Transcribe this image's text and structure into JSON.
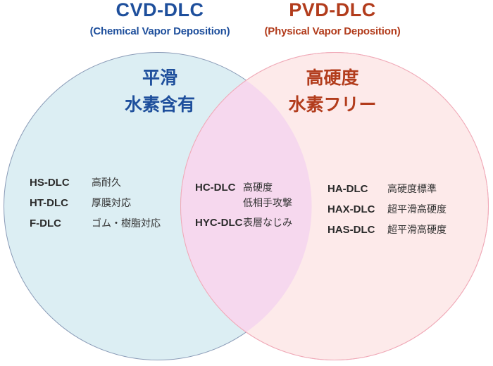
{
  "header": {
    "cvd": {
      "title": "CVD-DLC",
      "subtitle": "(Chemical Vapor Deposition)"
    },
    "pvd": {
      "title": "PVD-DLC",
      "subtitle": "(Physical Vapor Deposition)"
    }
  },
  "venn": {
    "left_circle": {
      "heading_line1": "平滑",
      "heading_line2": "水素含有",
      "items": [
        {
          "label": "HS-DLC",
          "desc": "高耐久"
        },
        {
          "label": "HT-DLC",
          "desc": "厚膜対応"
        },
        {
          "label": "F-DLC",
          "desc": "ゴム・樹脂対応"
        }
      ]
    },
    "overlap": {
      "items": [
        {
          "label": "HC-DLC",
          "desc": "高硬度",
          "desc2": "低相手攻撃"
        },
        {
          "label": "HYC-DLC",
          "desc": "表層なじみ"
        }
      ]
    },
    "right_circle": {
      "heading_line1": "高硬度",
      "heading_line2": "水素フリー",
      "items": [
        {
          "label": "HA-DLC",
          "desc": "高硬度標準"
        },
        {
          "label": "HAX-DLC",
          "desc": "超平滑高硬度"
        },
        {
          "label": "HAS-DLC",
          "desc": "超平滑高硬度"
        }
      ]
    }
  },
  "colors": {
    "cvd_accent": "#1e4f9c",
    "pvd_accent": "#b23c1c",
    "left_circle_fill": "#dceef3",
    "left_circle_stroke": "#8a9bb7",
    "right_circle_fill": "#fdeaea",
    "right_circle_stroke": "#f0aab8",
    "overlap_fill": "#f6d8ee",
    "text": "#333333"
  }
}
